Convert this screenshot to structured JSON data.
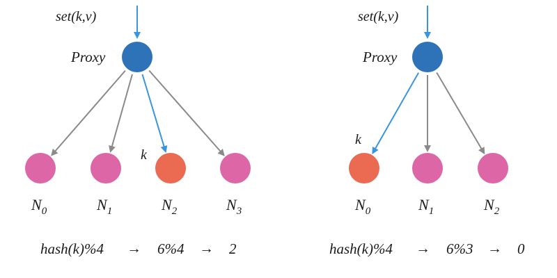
{
  "colors": {
    "proxy": "#2e73b8",
    "node": "#dd67a6",
    "target_node": "#ea6b52",
    "request_arrow": "#3a95e0",
    "edge": "#8a8a8a"
  },
  "diagrams": [
    {
      "request_label": "set(k,v)",
      "proxy_label": "Proxy",
      "key_label": "k",
      "target_index": 2,
      "nodes": [
        {
          "name": "N",
          "sub": "0"
        },
        {
          "name": "N",
          "sub": "1"
        },
        {
          "name": "N",
          "sub": "2"
        },
        {
          "name": "N",
          "sub": "3"
        }
      ],
      "formula": {
        "expr": "hash(k)%4",
        "step": "6%4",
        "result": "2",
        "arrow": "→"
      }
    },
    {
      "request_label": "set(k,v)",
      "proxy_label": "Proxy",
      "key_label": "k",
      "target_index": 0,
      "nodes": [
        {
          "name": "N",
          "sub": "0"
        },
        {
          "name": "N",
          "sub": "1"
        },
        {
          "name": "N",
          "sub": "2"
        }
      ],
      "formula": {
        "expr": "hash(k)%4",
        "step": "6%3",
        "result": "0",
        "arrow": "→"
      }
    }
  ]
}
